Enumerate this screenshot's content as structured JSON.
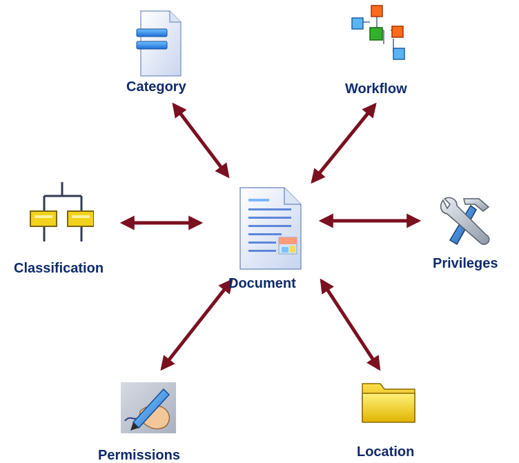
{
  "diagram": {
    "center": {
      "label": "Document",
      "icon": "document-icon"
    },
    "nodes": [
      {
        "id": "category",
        "label": "Category",
        "icon": "category-icon"
      },
      {
        "id": "workflow",
        "label": "Workflow",
        "icon": "workflow-icon"
      },
      {
        "id": "classification",
        "label": "Classification",
        "icon": "classification-icon"
      },
      {
        "id": "privileges",
        "label": "Privileges",
        "icon": "tools-icon"
      },
      {
        "id": "permissions",
        "label": "Permissions",
        "icon": "pen-signature-icon"
      },
      {
        "id": "location",
        "label": "Location",
        "icon": "folder-icon"
      }
    ],
    "connectors": "bidirectional",
    "colors": {
      "arrow": "#7a1020",
      "label": "#0f2a6b",
      "background": "#ffffff"
    }
  }
}
